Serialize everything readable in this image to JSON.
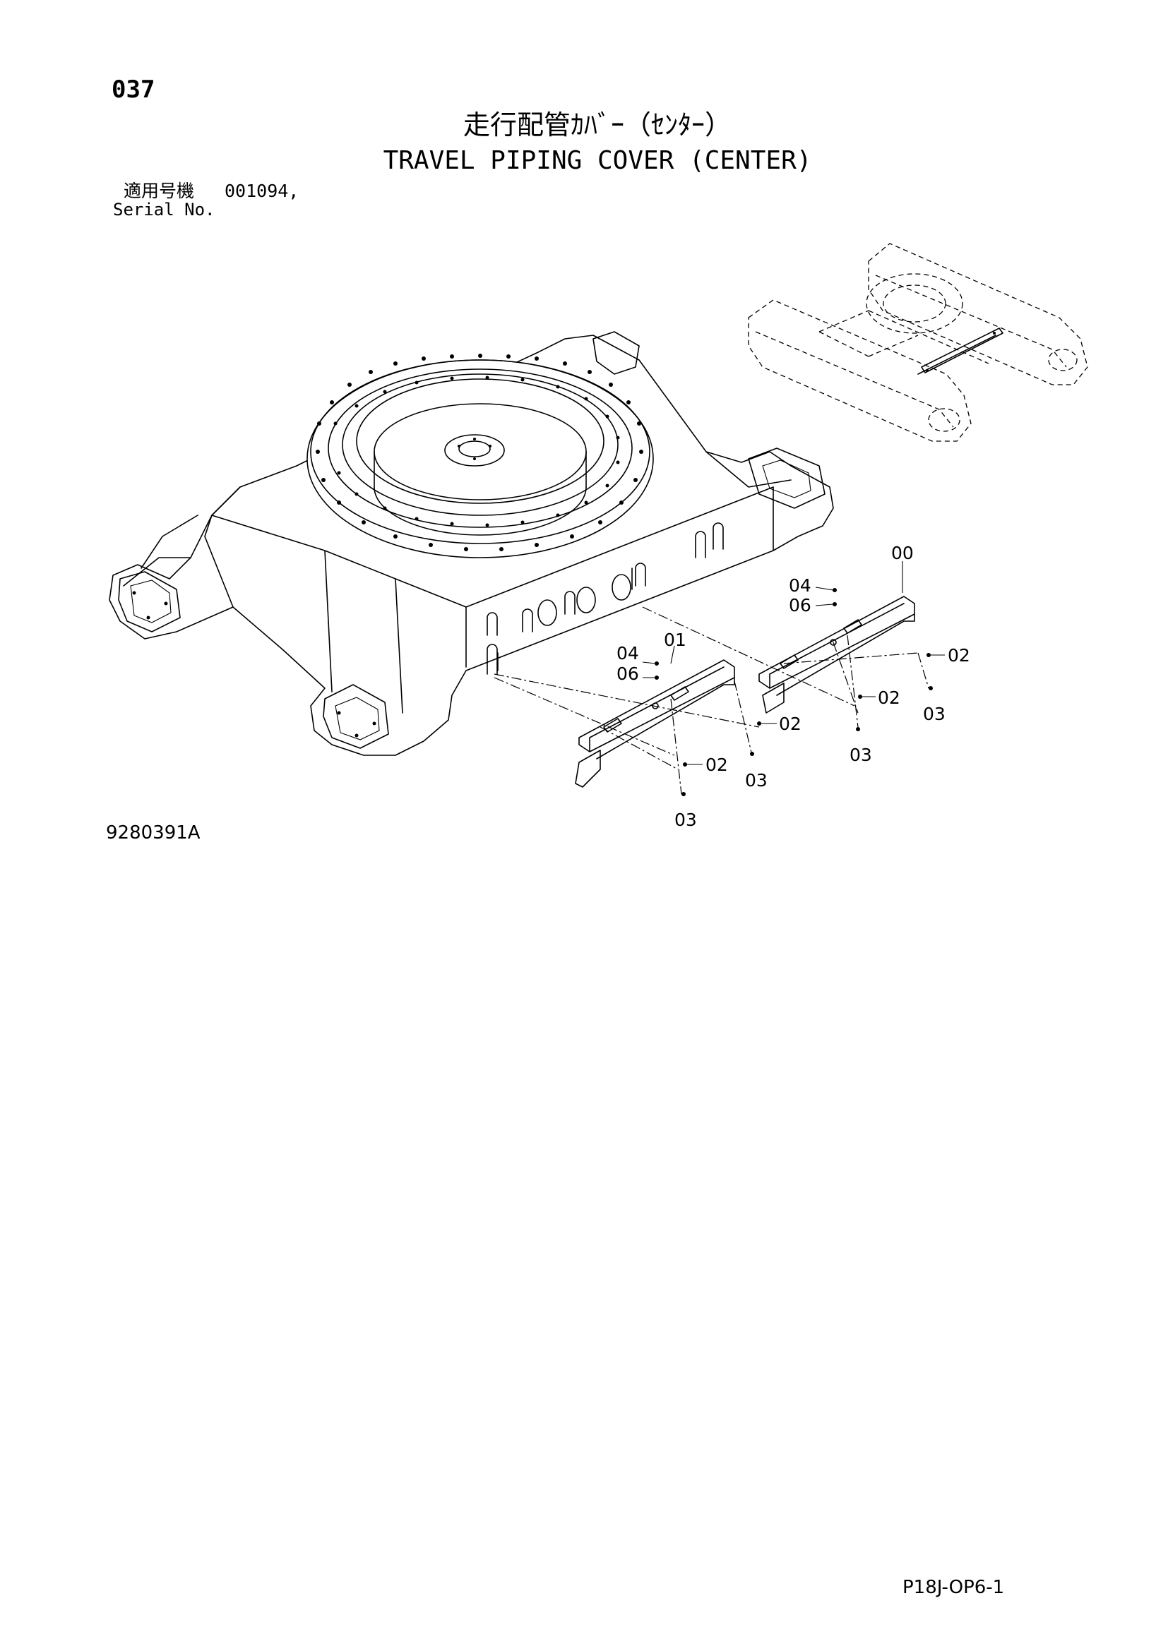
{
  "header": {
    "page_number": "037",
    "title_jp": "走行配管ｶﾊﾞｰ（ｾﾝﾀｰ）",
    "title_en": "TRAVEL PIPING COVER (CENTER)"
  },
  "serial": {
    "label_jp": "適用号機",
    "label_en": "Serial No.",
    "value": "001094,"
  },
  "callouts": {
    "cover_right": "00",
    "cover_left": "01",
    "bolt": "02",
    "washer": "03",
    "bolt_small": "04",
    "washer_small": "06"
  },
  "footer": {
    "figure_number": "9280391A",
    "page_code": "P18J-OP6-1"
  }
}
